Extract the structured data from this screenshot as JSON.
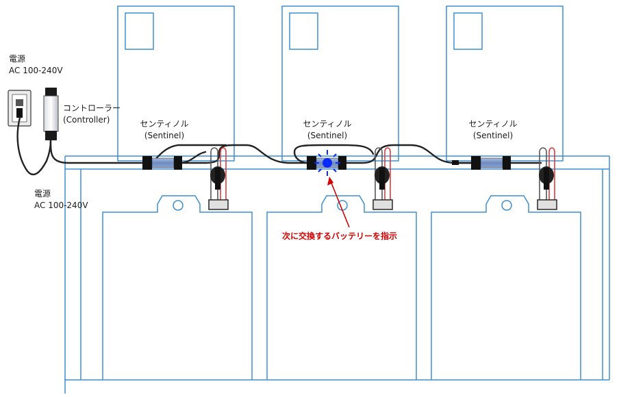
{
  "power_top": {
    "title": "電源",
    "spec": "AC 100-240V"
  },
  "power_bottom": {
    "title": "電源",
    "spec": "AC 100-240V"
  },
  "controller": {
    "name": "コントローラー",
    "name_en": "(Controller)"
  },
  "sentinels": [
    {
      "name": "センティノル",
      "name_en": "(Sentinel)"
    },
    {
      "name": "センティノル",
      "name_en": "(Sentinel)"
    },
    {
      "name": "センティノル",
      "name_en": "(Sentinel)"
    }
  ],
  "annotation": "次に交換するバッテリーを指示",
  "colors": {
    "outline": "#3c8fd0",
    "cable": "#222222",
    "sensor_body": "#7e98c6",
    "indicator": "#0a2bff",
    "annotation": "#d40000",
    "terminal_red": "#e03a3a"
  }
}
